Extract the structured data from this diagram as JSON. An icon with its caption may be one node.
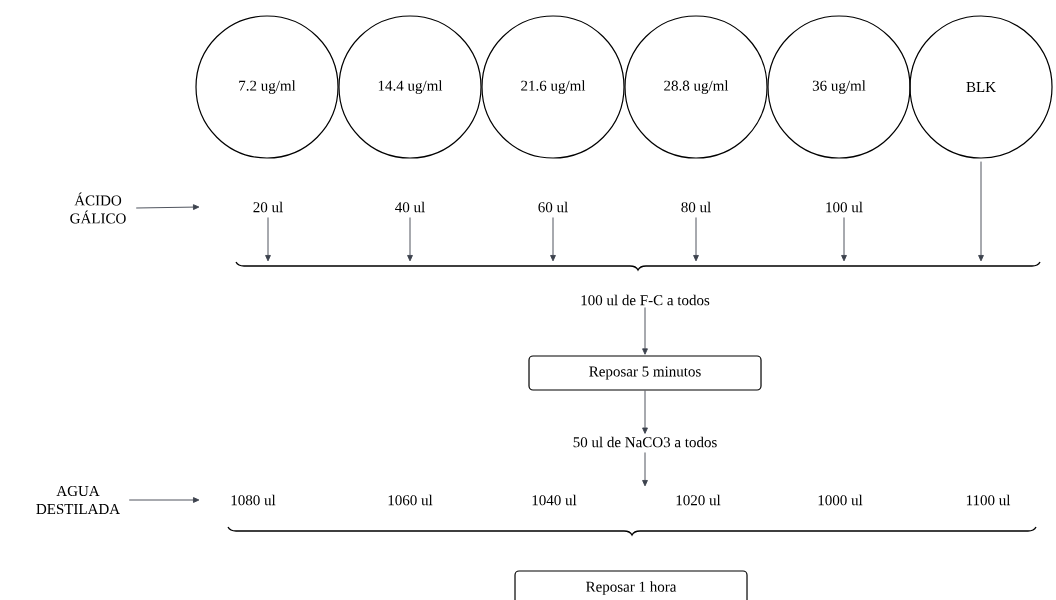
{
  "diagram": {
    "nodes": [
      {
        "text": [
          "7.2 ug/ml"
        ]
      },
      {
        "text": [
          "14.4 ug/ml"
        ]
      },
      {
        "text": [
          "21.6 ug/ml"
        ]
      },
      {
        "text": [
          "28.8 ug/ml"
        ]
      },
      {
        "text": [
          "36 ug/ml"
        ]
      },
      {
        "text": [
          "BLK"
        ]
      },
      {
        "text": [
          "ÁCIDO GÁLICO"
        ]
      },
      {
        "text": [
          "20 ul"
        ]
      },
      {
        "text": [
          "40 ul"
        ]
      },
      {
        "text": [
          "60 ul"
        ]
      },
      {
        "text": [
          "80 ul"
        ]
      },
      {
        "text": [
          "100 ul"
        ]
      },
      {
        "text": [
          "100 ul de F-C a todos"
        ]
      },
      {
        "text": [
          "Reposar 5 minutos"
        ]
      },
      {
        "text": [
          "50 ul de NaCO3 a todos"
        ]
      },
      {
        "text": [
          "AGUA DESTILADA"
        ]
      },
      {
        "text": [
          "1080 ul"
        ]
      },
      {
        "text": [
          "1060 ul"
        ]
      },
      {
        "text": [
          "1040 ul"
        ]
      },
      {
        "text": [
          "1020 ul"
        ]
      },
      {
        "text": [
          "1000 ul"
        ]
      },
      {
        "text": [
          "1100 ul"
        ]
      },
      {
        "text": [
          "Reposar 1 hora"
        ]
      }
    ],
    "edges": [
      {
        "from": 6,
        "to": null,
        "arrow": "to"
      },
      {
        "from": 7,
        "to": null,
        "arrow": "to"
      },
      {
        "from": 8,
        "to": null,
        "arrow": "to"
      },
      {
        "from": 9,
        "to": null,
        "arrow": "to"
      },
      {
        "from": 10,
        "to": null,
        "arrow": "to"
      },
      {
        "from": 11,
        "to": null,
        "arrow": "to"
      },
      {
        "from": 5,
        "to": null,
        "arrow": "to"
      },
      {
        "from": 12,
        "to": 13,
        "arrow": "to"
      },
      {
        "from": 13,
        "to": 14,
        "arrow": "to"
      },
      {
        "from": 14,
        "to": null,
        "arrow": "to"
      },
      {
        "from": 15,
        "to": null,
        "arrow": "to"
      }
    ]
  }
}
